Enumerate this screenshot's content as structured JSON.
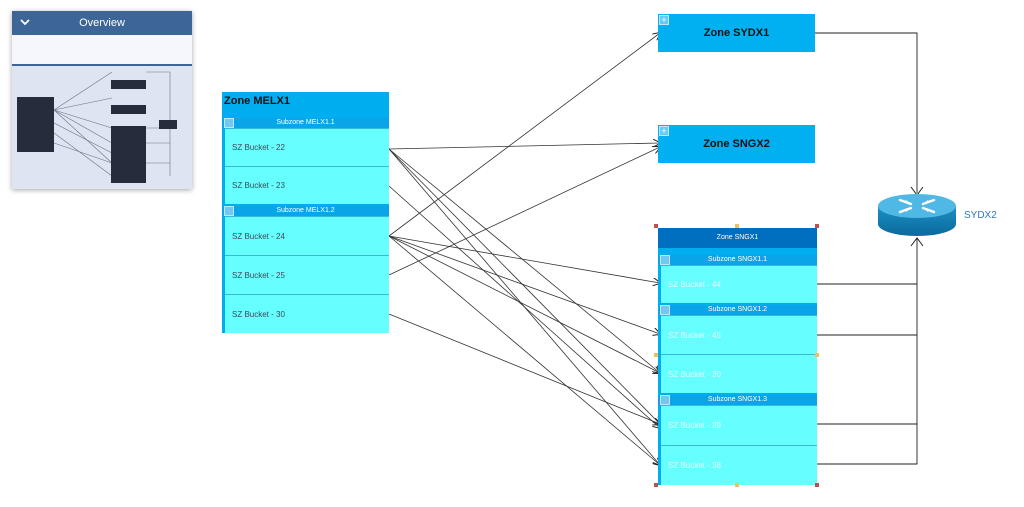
{
  "overview": {
    "title": "Overview",
    "chevron_icon": "chevron-down-icon"
  },
  "zones": {
    "sydx1": {
      "label": "Zone SYDX1"
    },
    "sngx2": {
      "label": "Zone SNGX2"
    },
    "melx1": {
      "label": "Zone MELX1",
      "subzones": [
        {
          "label": "Subzone MELX1.1",
          "buckets": [
            "SZ Bucket - 22",
            "SZ Bucket - 23"
          ]
        },
        {
          "label": "Subzone MELX1.2",
          "buckets": [
            "SZ Bucket - 24",
            "SZ Bucket - 25",
            "SZ Bucket - 30"
          ]
        }
      ]
    },
    "sngx1": {
      "label": "Zone SNGX1",
      "subzones": [
        {
          "label": "Subzone SNGX1.1",
          "buckets": [
            "SZ Bucket - 44"
          ]
        },
        {
          "label": "Subzone SNGX1.2",
          "buckets": [
            "SZ Bucket - 45",
            "SZ Bucket - 30"
          ]
        },
        {
          "label": "Subzone SNGX1.3",
          "buckets": [
            "SZ Bucket - 39",
            "SZ Bucket - 38"
          ]
        }
      ]
    }
  },
  "router": {
    "label": "SYDX2",
    "icon": "router-icon"
  },
  "colors": {
    "overview_header": "#3e6597",
    "zone_fill": "#00b0f0",
    "bucket_fill": "#66ffff",
    "subzone_header": "#0aa5e8",
    "sngx1_header": "#006fbf",
    "router_label": "#2b79c1"
  }
}
